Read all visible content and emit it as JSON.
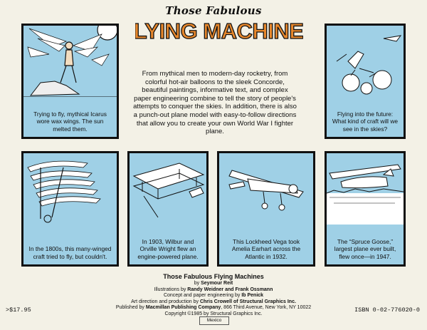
{
  "title": {
    "subtitle": "Those Fabulous",
    "main": "FLYING MACHINES"
  },
  "blurb": "From mythical men to modern-day rocketry, from colorful hot-air balloons to the sleek Concorde, beautiful paintings, informative text, and complex paper engineering combine to tell the story of people's attempts to conquer the skies. In addition, there is also a punch-out plane model with easy-to-follow directions that allow you to create your own World War I fighter plane.",
  "panels": [
    {
      "caption": "Trying to fly, mythical Icarus wore wax wings. The sun melted them.",
      "icon": "icarus-icon"
    },
    {
      "caption": "Flying into the future: What kind of craft will we see in the skies?",
      "icon": "space-station-icon"
    },
    {
      "caption": "In the 1800s, this many-winged craft tried to fly, but couldn't.",
      "icon": "multiplane-icon"
    },
    {
      "caption": "In 1903, Wilbur and Orville Wright flew an engine-powered plane.",
      "icon": "wright-flyer-icon"
    },
    {
      "caption": "This Lockheed Vega took Amelia Earhart across the Atlantic in 1932.",
      "icon": "lockheed-vega-icon"
    },
    {
      "caption": "The “Spruce Goose,” largest plane ever built, flew once—in 1947.",
      "icon": "spruce-goose-icon"
    }
  ],
  "credits": {
    "title": "Those Fabulous Flying Machines",
    "line1_pre": "by ",
    "author": "Seymour Reit",
    "line2_pre": "Illustrations by ",
    "illustrators": "Randy Weidner and Frank Ossmann",
    "line3_pre": "Concept and paper engineering by ",
    "engineer": "Ib Penick",
    "line4_pre": "Art direction and production by ",
    "art_director": "Chris Crowell of Structural Graphics Inc.",
    "line5_pre": "Published by ",
    "publisher": "Macmillan Publishing Company",
    "line5_post": ", 866 Third Avenue, New York, NY 10022",
    "copyright": "Copyright ©1985 by Structural Graphics Inc."
  },
  "price": ">$17.95",
  "isbn": "ISBN 0-02-776020-0",
  "country": "Mexico",
  "colors": {
    "sky": "#9fd0e6",
    "title_orange": "#e8882c",
    "paper": "#f3f1e6"
  }
}
